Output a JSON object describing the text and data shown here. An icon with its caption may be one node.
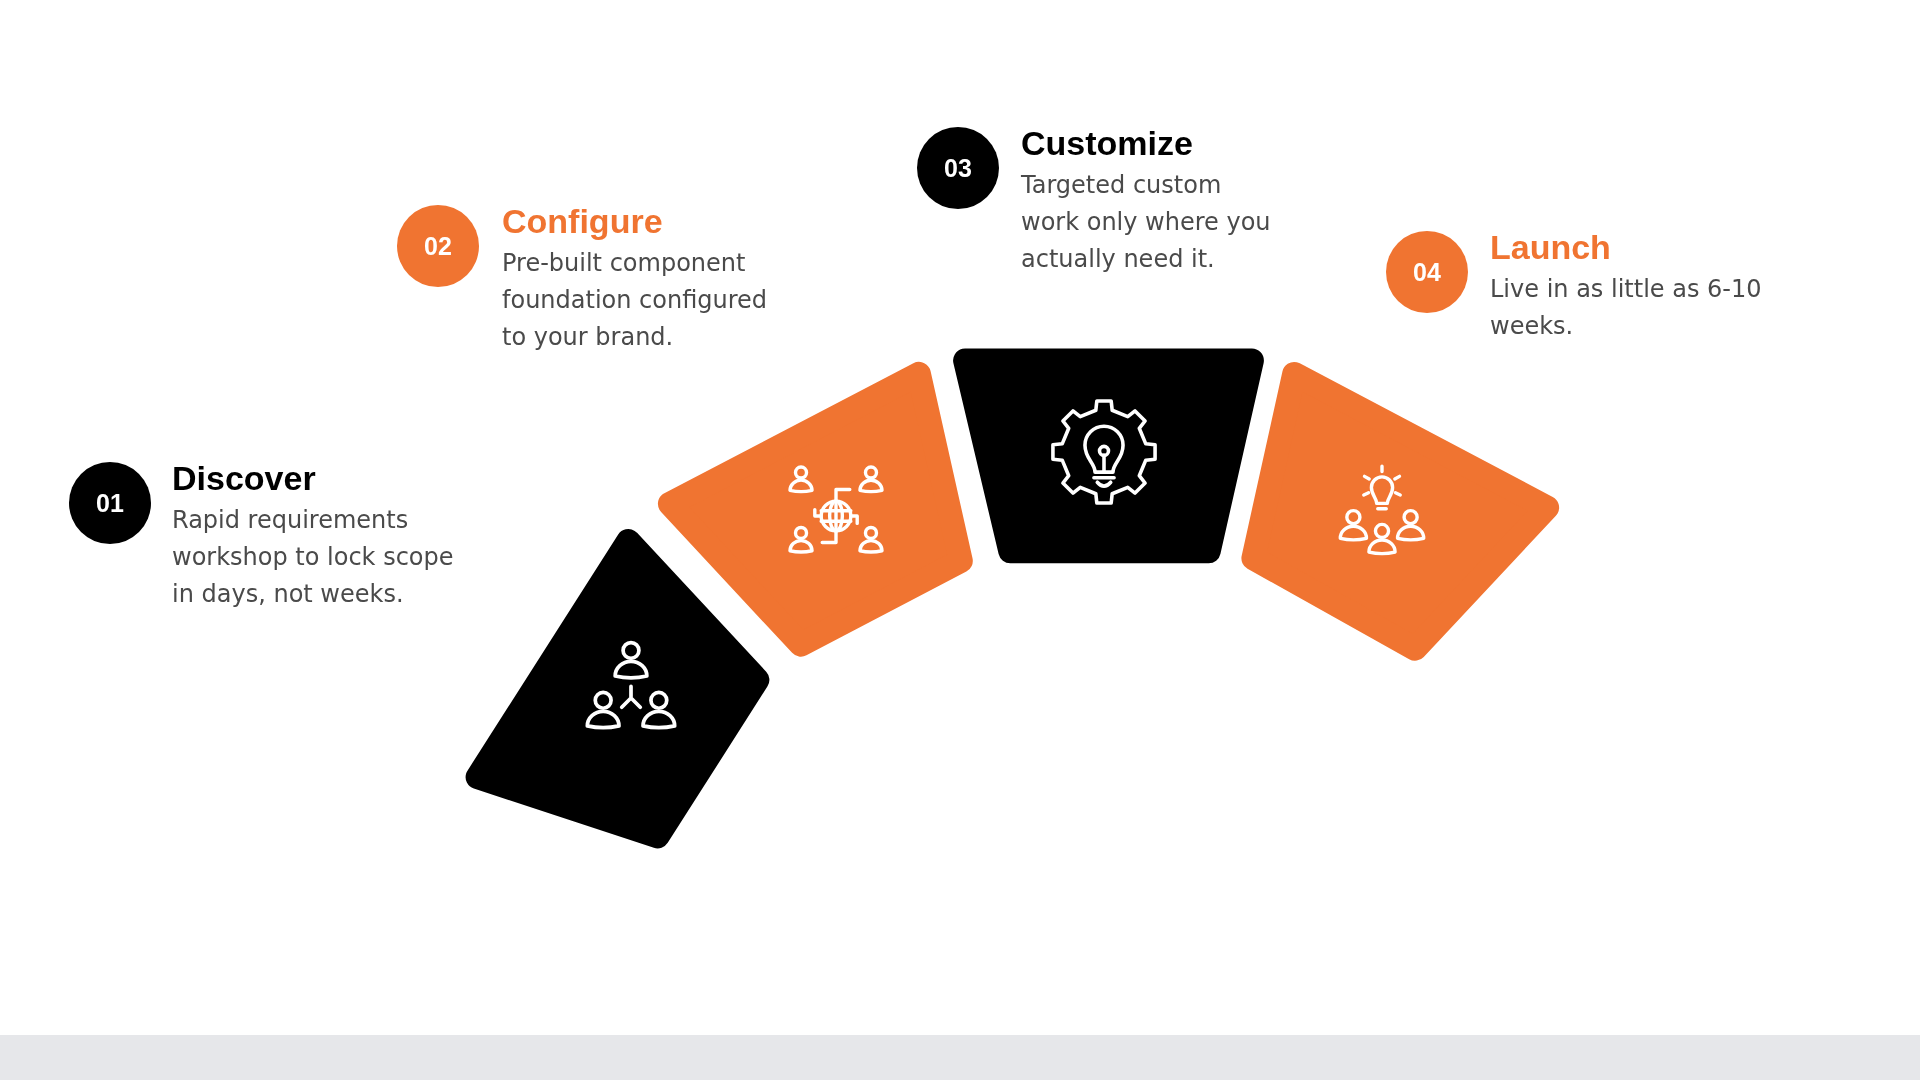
{
  "diagram": {
    "nodes": [
      {
        "text": [
          "01"
        ],
        "beside": [
          "Discover",
          "Rapid requirements workshop to lock scope in days, not weeks."
        ]
      },
      {
        "text": [],
        "shape": "box"
      },
      {
        "text": [
          "02"
        ],
        "beside": [
          "Configure",
          "Pre-built component foundation configured to your brand."
        ]
      },
      {
        "text": [],
        "shape": "box"
      },
      {
        "text": [
          "03"
        ],
        "beside": [
          "Customize",
          "Targeted custom work only where you actually need it."
        ]
      },
      {
        "text": [],
        "shape": "box"
      },
      {
        "text": [
          "04"
        ],
        "beside": [
          "Launch",
          "Live in as little as 6-10 weeks."
        ]
      },
      {
        "text": [],
        "shape": "box"
      }
    ]
  }
}
